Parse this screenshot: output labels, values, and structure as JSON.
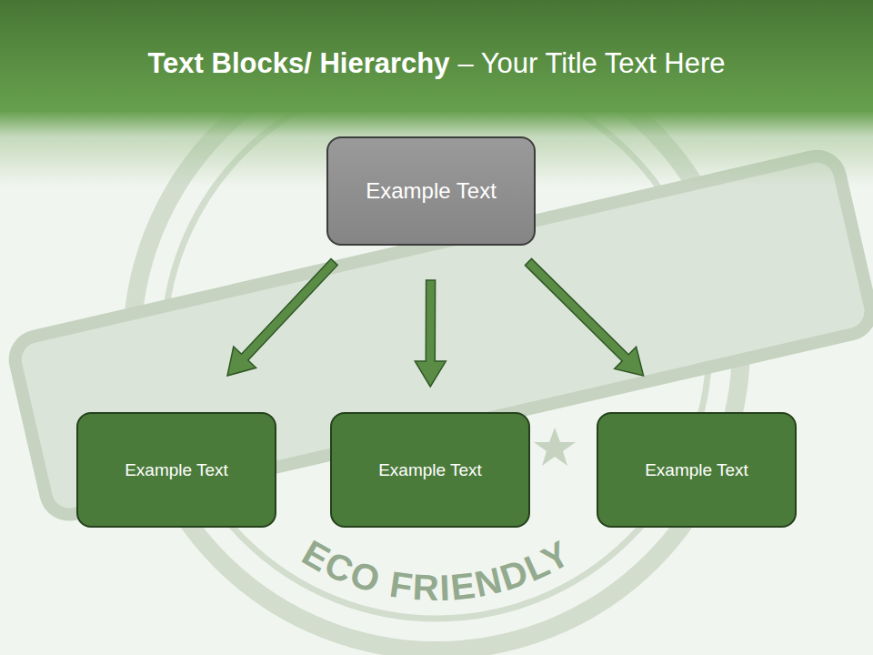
{
  "diagram": {
    "title": "Text Blocks/ Hierarchy",
    "nodes": [
      {
        "text": [
          "Example Text"
        ]
      },
      {
        "text": [
          "Example Text"
        ]
      },
      {
        "text": [
          "Example Text"
        ]
      },
      {
        "text": [
          "Example Text"
        ]
      }
    ],
    "edges": [
      {
        "from": 0,
        "to": 1,
        "arrow": "to"
      },
      {
        "from": 0,
        "to": 2,
        "arrow": "to"
      },
      {
        "from": 0,
        "to": 3,
        "arrow": "to"
      }
    ],
    "labels": [
      "– Your Title Text Here",
      "ECO FRIENDLY"
    ]
  }
}
